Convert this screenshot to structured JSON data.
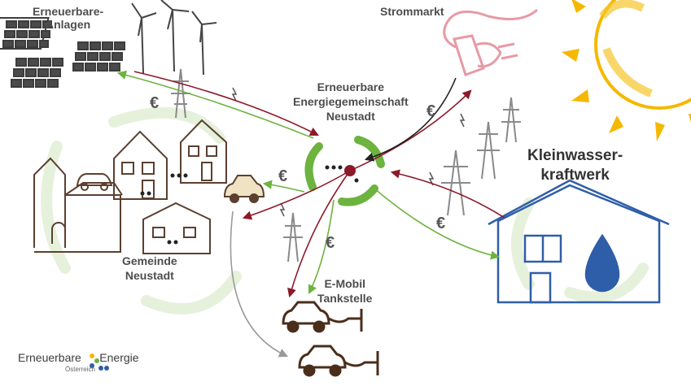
{
  "labels": {
    "renewable_plants": [
      "Erneuerbare-",
      "Anlagen"
    ],
    "power_market": "Strommarkt",
    "community": [
      "Erneuerbare",
      "Energiegemeinschaft",
      "Neustadt"
    ],
    "small_hydro": [
      "Kleinwasser-",
      "kraftwerk"
    ],
    "municipality": [
      "Gemeinde",
      "Neustadt"
    ],
    "emobility": [
      "E-Mobil",
      "Tankstelle"
    ]
  },
  "euro_sign": "€",
  "logo": {
    "word1": "Erneuerbare",
    "word2": "Energie",
    "sub": "Österreich"
  },
  "colors": {
    "electricity_flow": "#8b1a2b",
    "money_flow": "#6db33f",
    "market_flow": "#222222",
    "grey_flow": "#9a9a9a",
    "sun": "#f5b800",
    "hydro": "#2f5ea8",
    "house_outline": "#5b4030",
    "plug": "#e79aa6"
  }
}
